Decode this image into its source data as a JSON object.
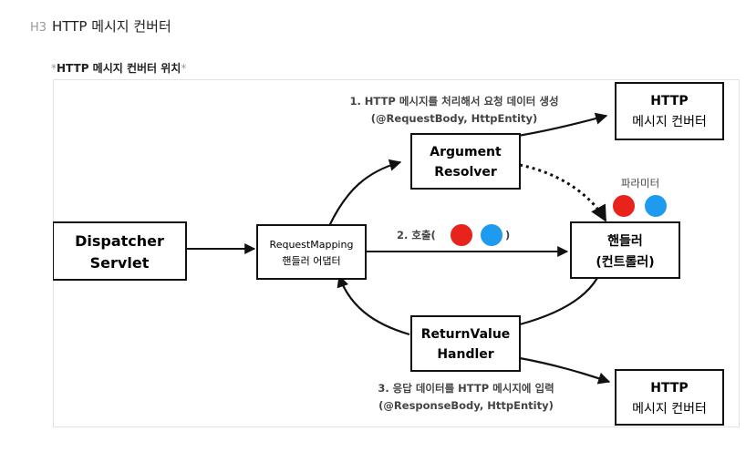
{
  "heading": {
    "level_icon": "H3",
    "title": "HTTP 메시지 컨버터"
  },
  "caption": {
    "star_left": "*",
    "text": "HTTP 메시지 컨버터 위치",
    "star_right": "*"
  },
  "diagram": {
    "dispatcher": [
      "Dispatcher",
      "Servlet"
    ],
    "adapter": [
      "RequestMapping",
      "핸들러 어댑터"
    ],
    "argument_resolver": [
      "Argument",
      "Resolver"
    ],
    "return_value_handler": [
      "ReturnValue",
      "Handler"
    ],
    "handler": [
      "핸들러",
      "(컨트롤러)"
    ],
    "converter_top": [
      "HTTP",
      "메시지 컨버터"
    ],
    "converter_bottom": [
      "HTTP",
      "메시지 컨버터"
    ],
    "step1": [
      "1. HTTP 메시지를 처리해서 요청 데이터 생성",
      "(@RequestBody, HttpEntity)"
    ],
    "step2_prefix": "2. 호출(",
    "step2_suffix": ")",
    "step3": [
      "3. 응답 데이터를 HTTP 메시지에 입력",
      "(@ResponseBody, HttpEntity)"
    ],
    "params_label": "파라미터",
    "colors": {
      "red_param": "#e8231b",
      "blue_param": "#1e9bef"
    }
  }
}
